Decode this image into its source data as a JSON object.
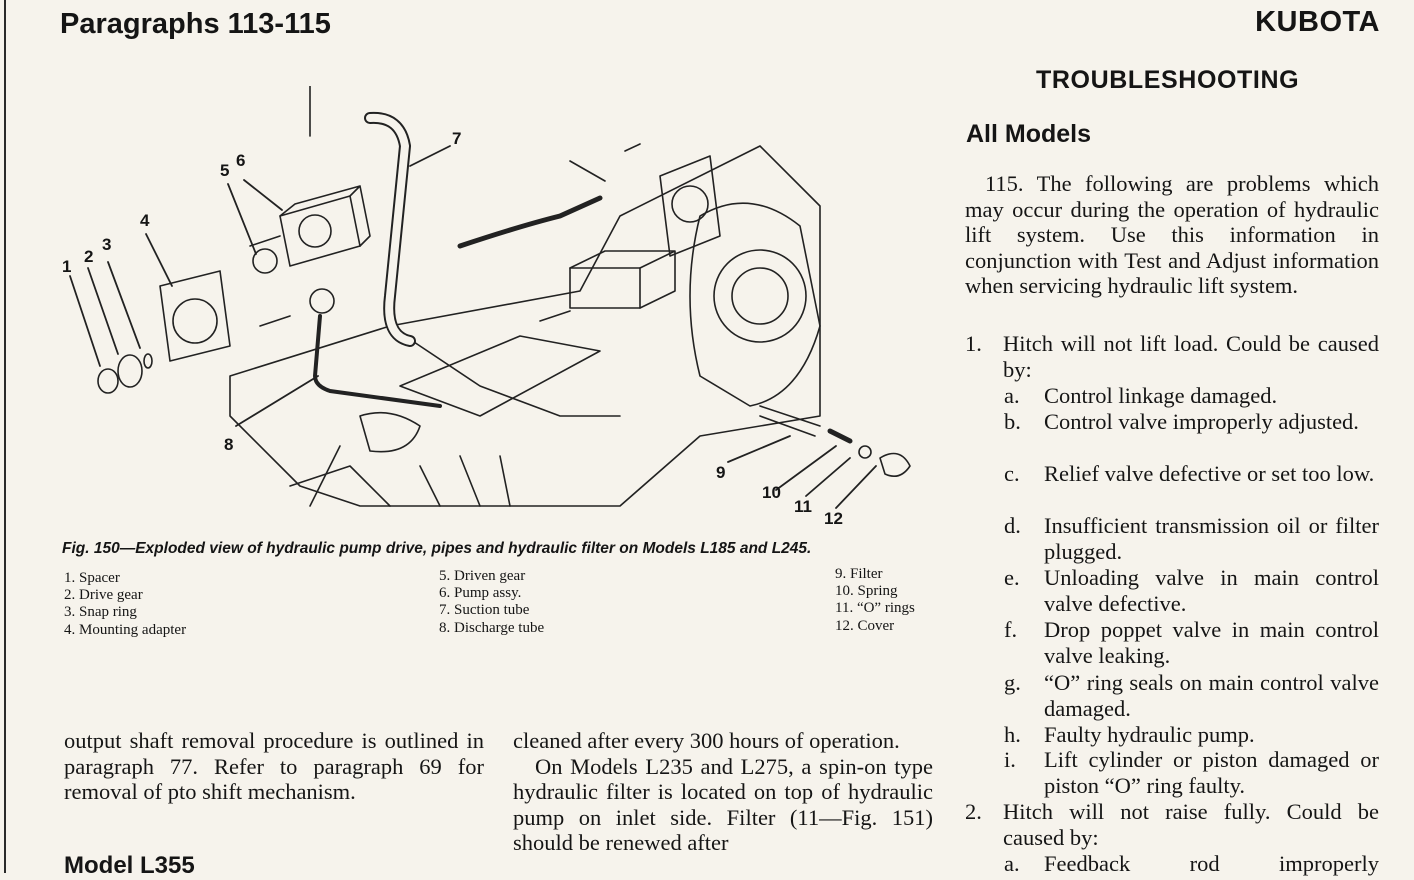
{
  "header": {
    "left_title": "Paragraphs 113-115",
    "brand": "KUBOTA"
  },
  "figure": {
    "callouts": [
      "1",
      "2",
      "3",
      "4",
      "5",
      "6",
      "7",
      "8",
      "9",
      "10",
      "11",
      "12"
    ],
    "caption": "Fig. 150—Exploded view of hydraulic pump drive, pipes and hydraulic filter on Models L185 and L245.",
    "legend_col1": [
      "1. Spacer",
      "2. Drive gear",
      "3. Snap ring",
      "4. Mounting adapter"
    ],
    "legend_col2": [
      "5. Driven gear",
      "6. Pump assy.",
      "7. Suction tube",
      "8. Discharge tube"
    ],
    "legend_col3": [
      "9. Filter",
      "10. Spring",
      "11. “O” rings",
      "12. Cover"
    ]
  },
  "col1": {
    "p1": "output shaft removal procedure is outlined in paragraph 77. Refer to paragraph 69 for removal of pto shift mechanism.",
    "heading": "Model L355"
  },
  "col2": {
    "p1": "cleaned after every 300 hours of operation.",
    "p2": "On Models L235 and L275, a spin-on type hydraulic filter is located on top of hydraulic pump on inlet side. Filter (11—Fig. 151) should be renewed after"
  },
  "col3": {
    "section_title": "TROUBLESHOOTING",
    "subsection_title": "All Models",
    "intro": "115. The following are problems which may occur during the operation of hydraulic lift system. Use this information in conjunction with Test and Adjust information when servicing hydraulic lift system.",
    "items": [
      {
        "num": "1.",
        "text": "Hitch will not lift load. Could be caused by:",
        "subs": [
          {
            "letter": "a.",
            "text": "Control linkage damaged."
          },
          {
            "letter": "b.",
            "text": "Control valve improperly adjusted."
          },
          {
            "letter": "c.",
            "text": "Relief valve defective or set too low."
          },
          {
            "letter": "d.",
            "text": "Insufficient transmission oil or filter plugged."
          },
          {
            "letter": "e.",
            "text": "Unloading valve in main control valve defective."
          },
          {
            "letter": "f.",
            "text": "Drop poppet valve in main control valve leaking."
          },
          {
            "letter": "g.",
            "text": "“O” ring seals on main control valve damaged."
          },
          {
            "letter": "h.",
            "text": "Faulty hydraulic pump."
          },
          {
            "letter": "i.",
            "text": "Lift cylinder or piston damaged or piston “O” ring faulty."
          }
        ]
      },
      {
        "num": "2.",
        "text": "Hitch will not raise fully. Could be caused by:",
        "subs": [
          {
            "letter": "a.",
            "text": "Feedback rod improperly"
          }
        ]
      }
    ]
  }
}
